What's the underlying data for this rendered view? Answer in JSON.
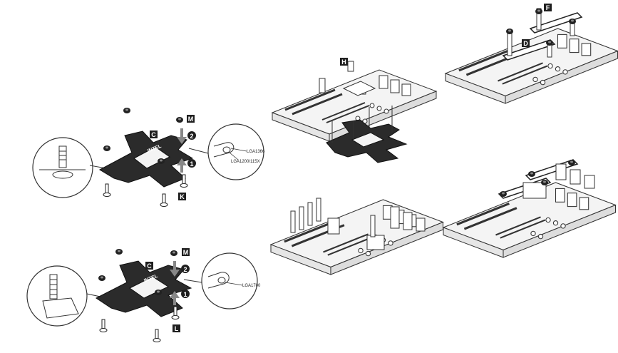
{
  "colors": {
    "ink": "#1a1a1a",
    "plate": "#2b2b2b",
    "board": "#f4f4f4",
    "line": "#333333",
    "tag_bg": "#1f1f1f",
    "tag_fg": "#ffffff"
  },
  "step_top": {
    "part_plate": "C",
    "part_nut": "M",
    "part_screw": "K",
    "arrow_down_step": "2",
    "arrow_up_step": "1",
    "brand": "INTEL",
    "slot_label_1": "LGA1366",
    "slot_label_2": "LGA1200/115X"
  },
  "step_bottom": {
    "part_plate": "C",
    "part_nut": "M",
    "part_screw": "L",
    "arrow_down_step": "2",
    "arrow_up_step": "1",
    "brand": "INTEL",
    "slot_label": "LGA1700"
  },
  "board_a": {
    "part_standoff": "H"
  },
  "board_c": {
    "part_bracket_top": "F",
    "part_bracket": "D"
  },
  "icons": [
    "zoom-callout-icon",
    "arrow-down-icon",
    "arrow-up-icon",
    "screw-icon",
    "nut-icon",
    "backplate-icon",
    "motherboard-icon"
  ]
}
